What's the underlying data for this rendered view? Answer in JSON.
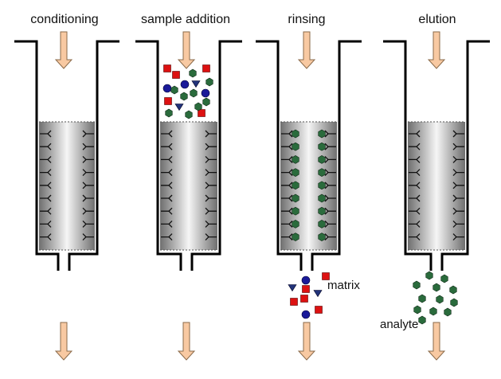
{
  "steps": [
    {
      "id": "conditioning",
      "label": "conditioning"
    },
    {
      "id": "sample-addition",
      "label": "sample addition"
    },
    {
      "id": "rinsing",
      "label": "rinsing"
    },
    {
      "id": "elution",
      "label": "elution"
    }
  ],
  "annotations": {
    "matrix": "matrix",
    "analyte": "analyte"
  },
  "colors": {
    "arrow_fill": "#f8c9a2",
    "arrow_stroke": "#8a6a4a",
    "matrix_square": "#dd1111",
    "matrix_circle": "#1a1a99",
    "matrix_triangle": "#22337a",
    "analyte_hexagon": "#2a6b3c",
    "sorbent_edge": "#7f7f7f",
    "sorbent_center": "#f4f4f4"
  }
}
